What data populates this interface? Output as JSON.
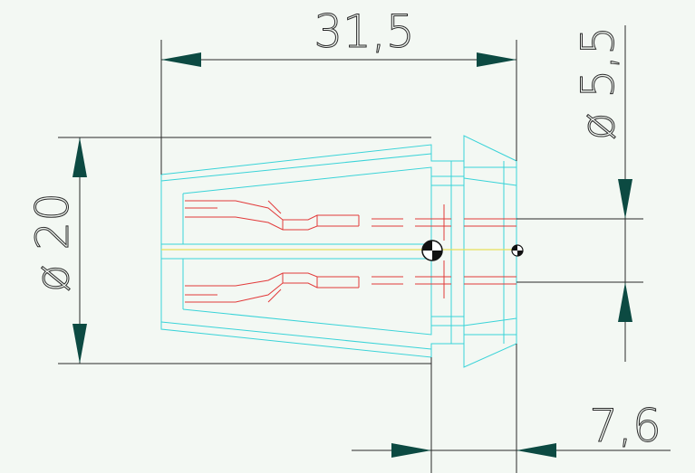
{
  "colors": {
    "background": "#f3f8f3",
    "dimension": "#2a2a2a",
    "arrow": "#0c4a42",
    "outline": "#39d3d8",
    "hidden": "#e23a3a",
    "center": "#e8e05a"
  },
  "dimensions": {
    "length": "31,5",
    "diameter": "ø 20",
    "bore": "ø 5,5",
    "offset": "7,6"
  }
}
